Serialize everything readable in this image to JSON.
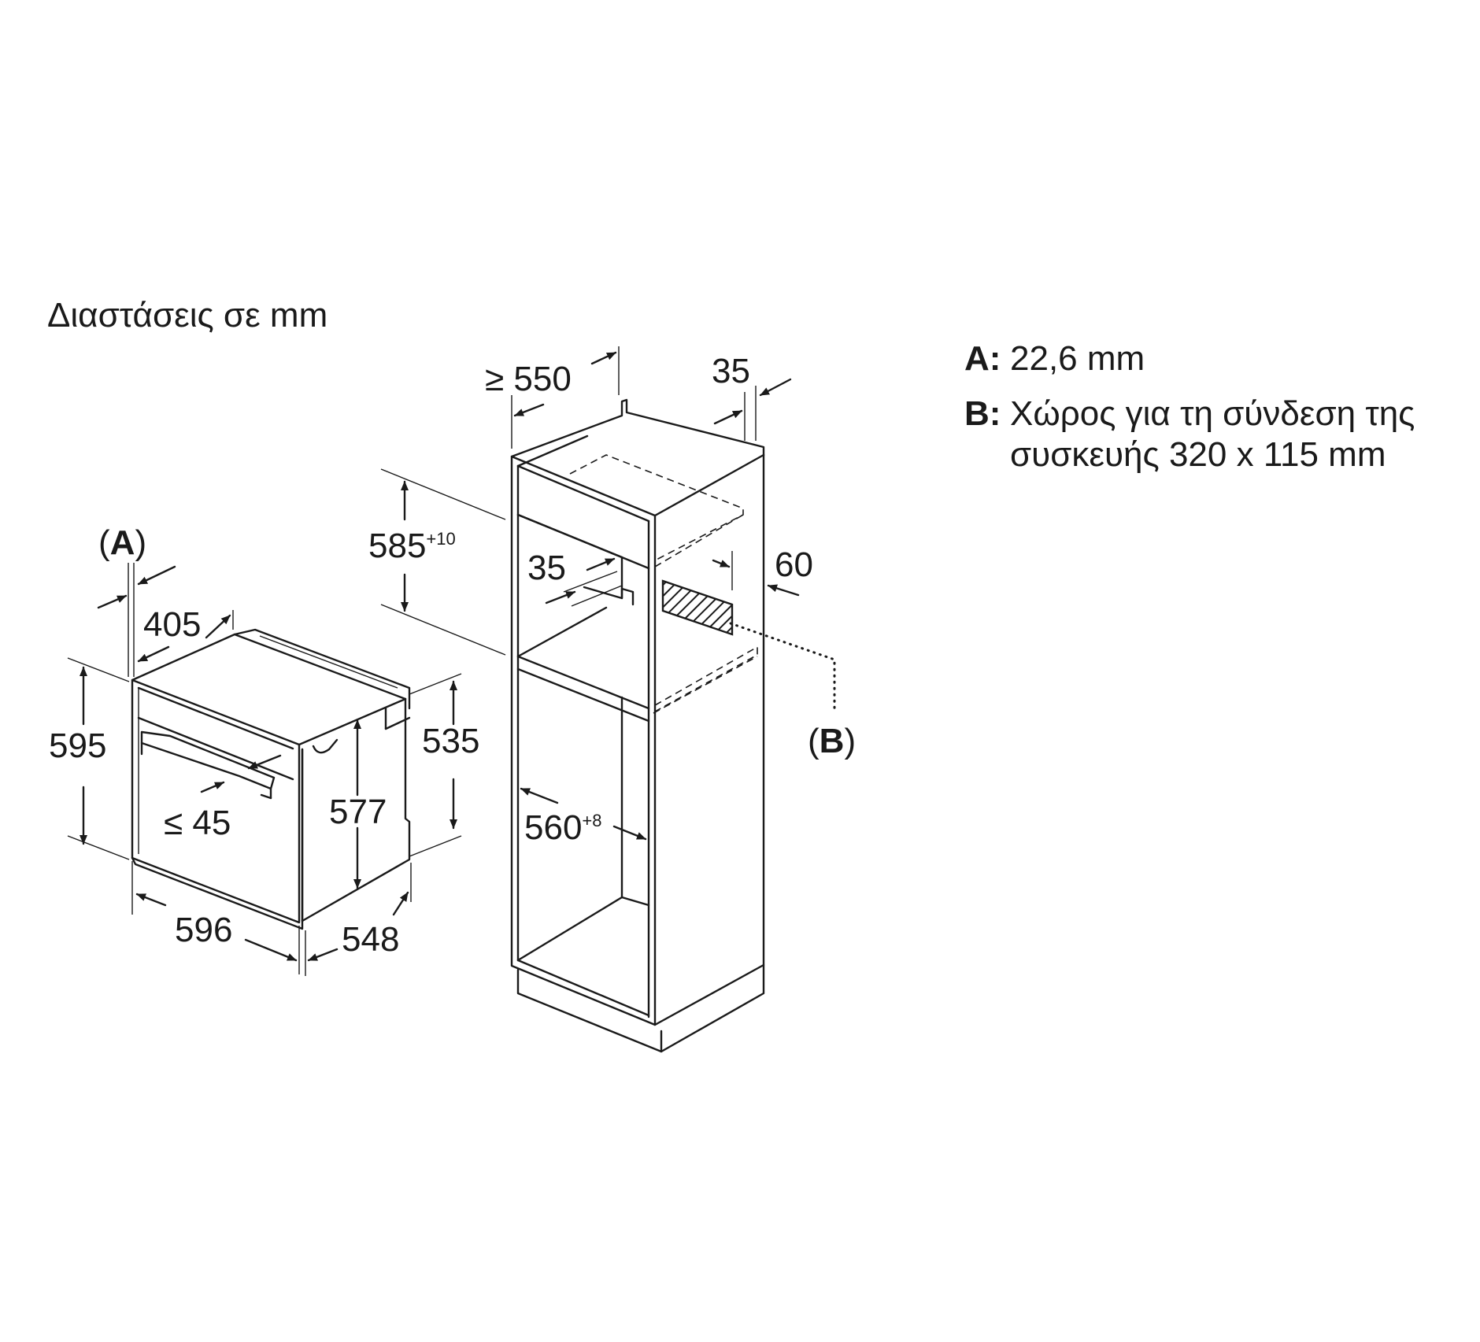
{
  "title": "Διαστάσεις σε mm",
  "legend": [
    {
      "key": "A:",
      "text": "22,6 mm"
    },
    {
      "key": "B:",
      "text": "Χώρος για τη σύνδεση της συσκευής 320 x 115 mm"
    }
  ],
  "callouts": {
    "a": {
      "open": "(",
      "letter": "A",
      "close": ")"
    },
    "b": {
      "open": "(",
      "letter": "B",
      "close": ")"
    }
  },
  "oven_dims": {
    "d405": "405",
    "d595": "595",
    "d577": "577",
    "d535": "535",
    "d45": "≤ 45",
    "d596": "596",
    "d548": "548"
  },
  "cabinet_dims": {
    "d550": "≥ 550",
    "d35_top": "35",
    "d585": "585",
    "d585_tol": "+10",
    "d35_mid": "35",
    "d60": "60",
    "d560": "560",
    "d560_tol": "+8"
  }
}
